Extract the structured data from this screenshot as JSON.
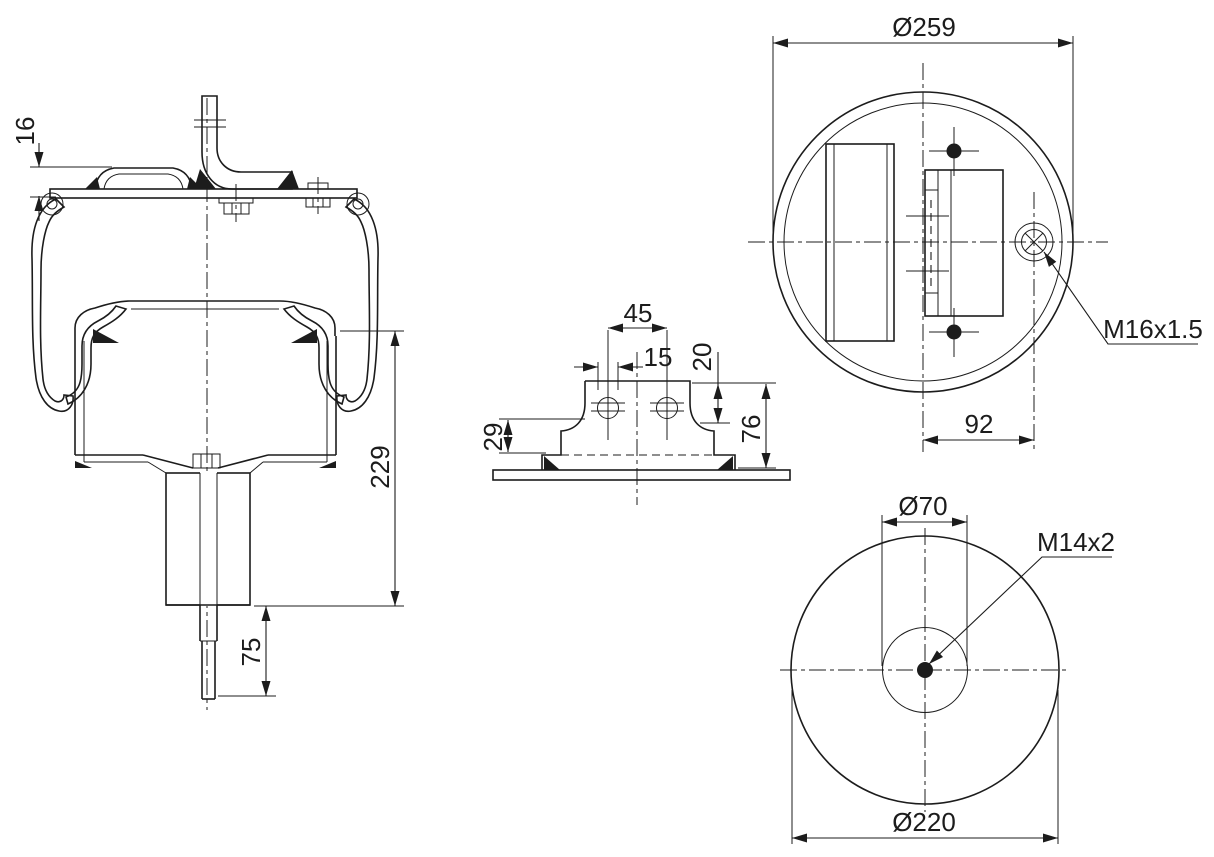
{
  "drawing": {
    "kind": "air-spring technical drawing, four views",
    "colors": {
      "line": "#1c1c1c",
      "background": "#ffffff"
    },
    "views": {
      "side": {
        "name": "side sectional view",
        "dim_16": "16",
        "dim_229": "229",
        "dim_75": "75"
      },
      "bracket": {
        "name": "lower bracket front view",
        "dim_45": "45",
        "dim_15": "15",
        "dim_20": "20",
        "dim_29": "29",
        "dim_76": "76"
      },
      "top": {
        "name": "top plan view",
        "dim_outer_diameter": "Ø259",
        "dim_92": "92",
        "thread_label": "M16x1.5"
      },
      "bottom": {
        "name": "bottom plan view",
        "dim_piston_diameter": "Ø70",
        "dim_outer_diameter": "Ø220",
        "thread_label": "M14x2"
      }
    }
  }
}
